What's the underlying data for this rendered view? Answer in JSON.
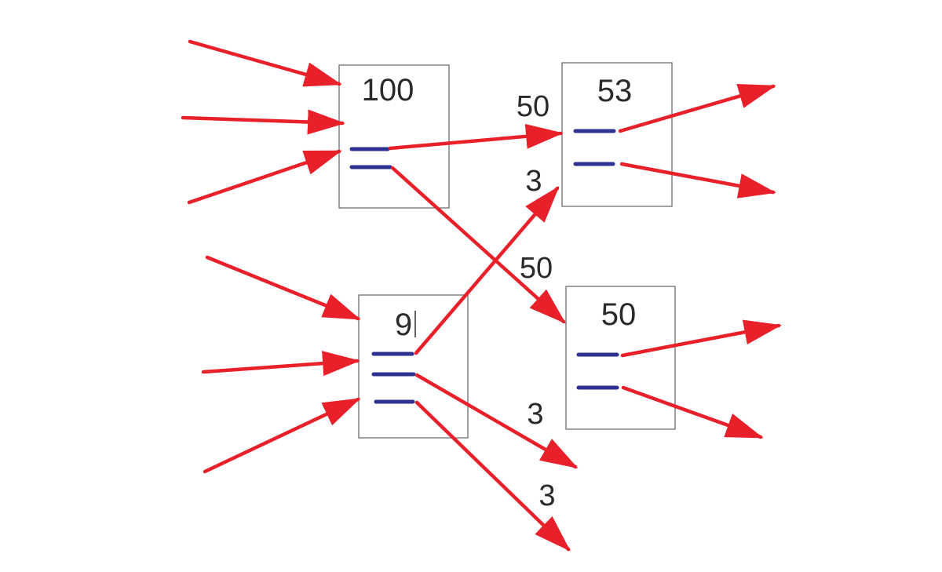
{
  "colors": {
    "arrow": "#e8202a",
    "slot": "#2e3192"
  },
  "nodes": {
    "top_left": {
      "value": "100"
    },
    "top_right": {
      "value": "53"
    },
    "bottom_left": {
      "value": "9"
    },
    "bottom_right": {
      "value": "50"
    }
  },
  "edge_labels": {
    "tl_to_tr": "50",
    "bl_to_tr": "3",
    "tl_to_br": "50",
    "bl_out_upper": "3",
    "bl_out_lower": "3"
  }
}
